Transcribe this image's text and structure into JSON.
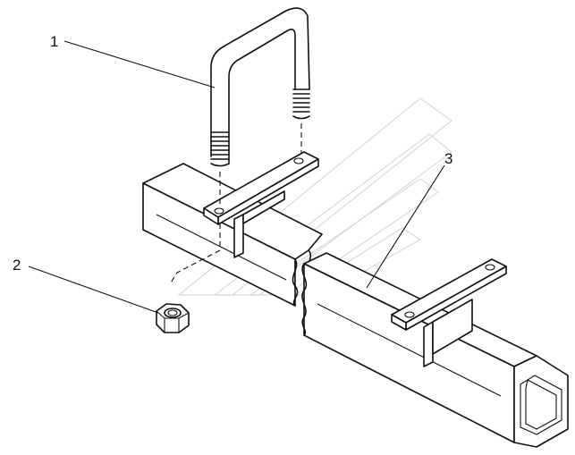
{
  "callouts": [
    {
      "id": "1",
      "text": "1",
      "part": "u-bolt"
    },
    {
      "id": "2",
      "text": "2",
      "part": "hex-nut"
    },
    {
      "id": "3",
      "text": "3",
      "part": "square-tube-beam"
    }
  ],
  "colors": {
    "line": "#111111",
    "background": "#ffffff",
    "watermark": "#d9d9d9"
  }
}
